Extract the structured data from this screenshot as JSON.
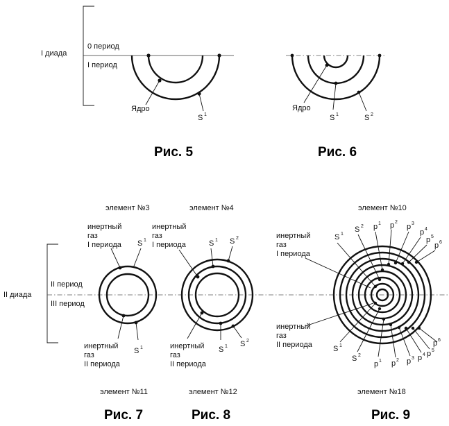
{
  "top": {
    "dyad_label": "I диада",
    "period0": "0 период",
    "period1": "I период",
    "fig5": {
      "caption": "Рис. 5",
      "nucleus": "Ядро",
      "s": "S",
      "s_sup": "1"
    },
    "fig6": {
      "caption": "Рис. 6",
      "nucleus": "Ядро",
      "s1": "S",
      "s1_sup": "1",
      "s2": "S",
      "s2_sup": "2"
    }
  },
  "bottom": {
    "dyad_label": "II диада",
    "period2": "II период",
    "period3": "III период",
    "fig7": {
      "caption": "Рис. 7",
      "element_top": "элемент №3",
      "element_bottom": "элемент №11",
      "inert_top": [
        "инертный",
        "газ",
        "I периода"
      ],
      "inert_bottom": [
        "инертный",
        "газ",
        "II периода"
      ],
      "s": "S",
      "s_sup": "1"
    },
    "fig8": {
      "caption": "Рис. 8",
      "element_top": "элемент №4",
      "element_bottom": "элемент №12",
      "inert_top": [
        "инертный",
        "газ",
        "I периода"
      ],
      "inert_bottom": [
        "инертный",
        "газ",
        "II периода"
      ],
      "s": "S",
      "s1_sup": "1",
      "s2_sup": "2"
    },
    "fig9": {
      "caption": "Рис. 9",
      "element_top": "элемент №10",
      "element_bottom": "элемент №18",
      "inert_top": [
        "инертный",
        "газ",
        "I периода"
      ],
      "inert_bottom": [
        "инертный",
        "газ",
        "II периода"
      ],
      "s": "S",
      "s1_sup": "1",
      "s2_sup": "2",
      "p": "p",
      "p_sups": [
        "1",
        "2",
        "3",
        "4",
        "5",
        "6"
      ]
    }
  }
}
